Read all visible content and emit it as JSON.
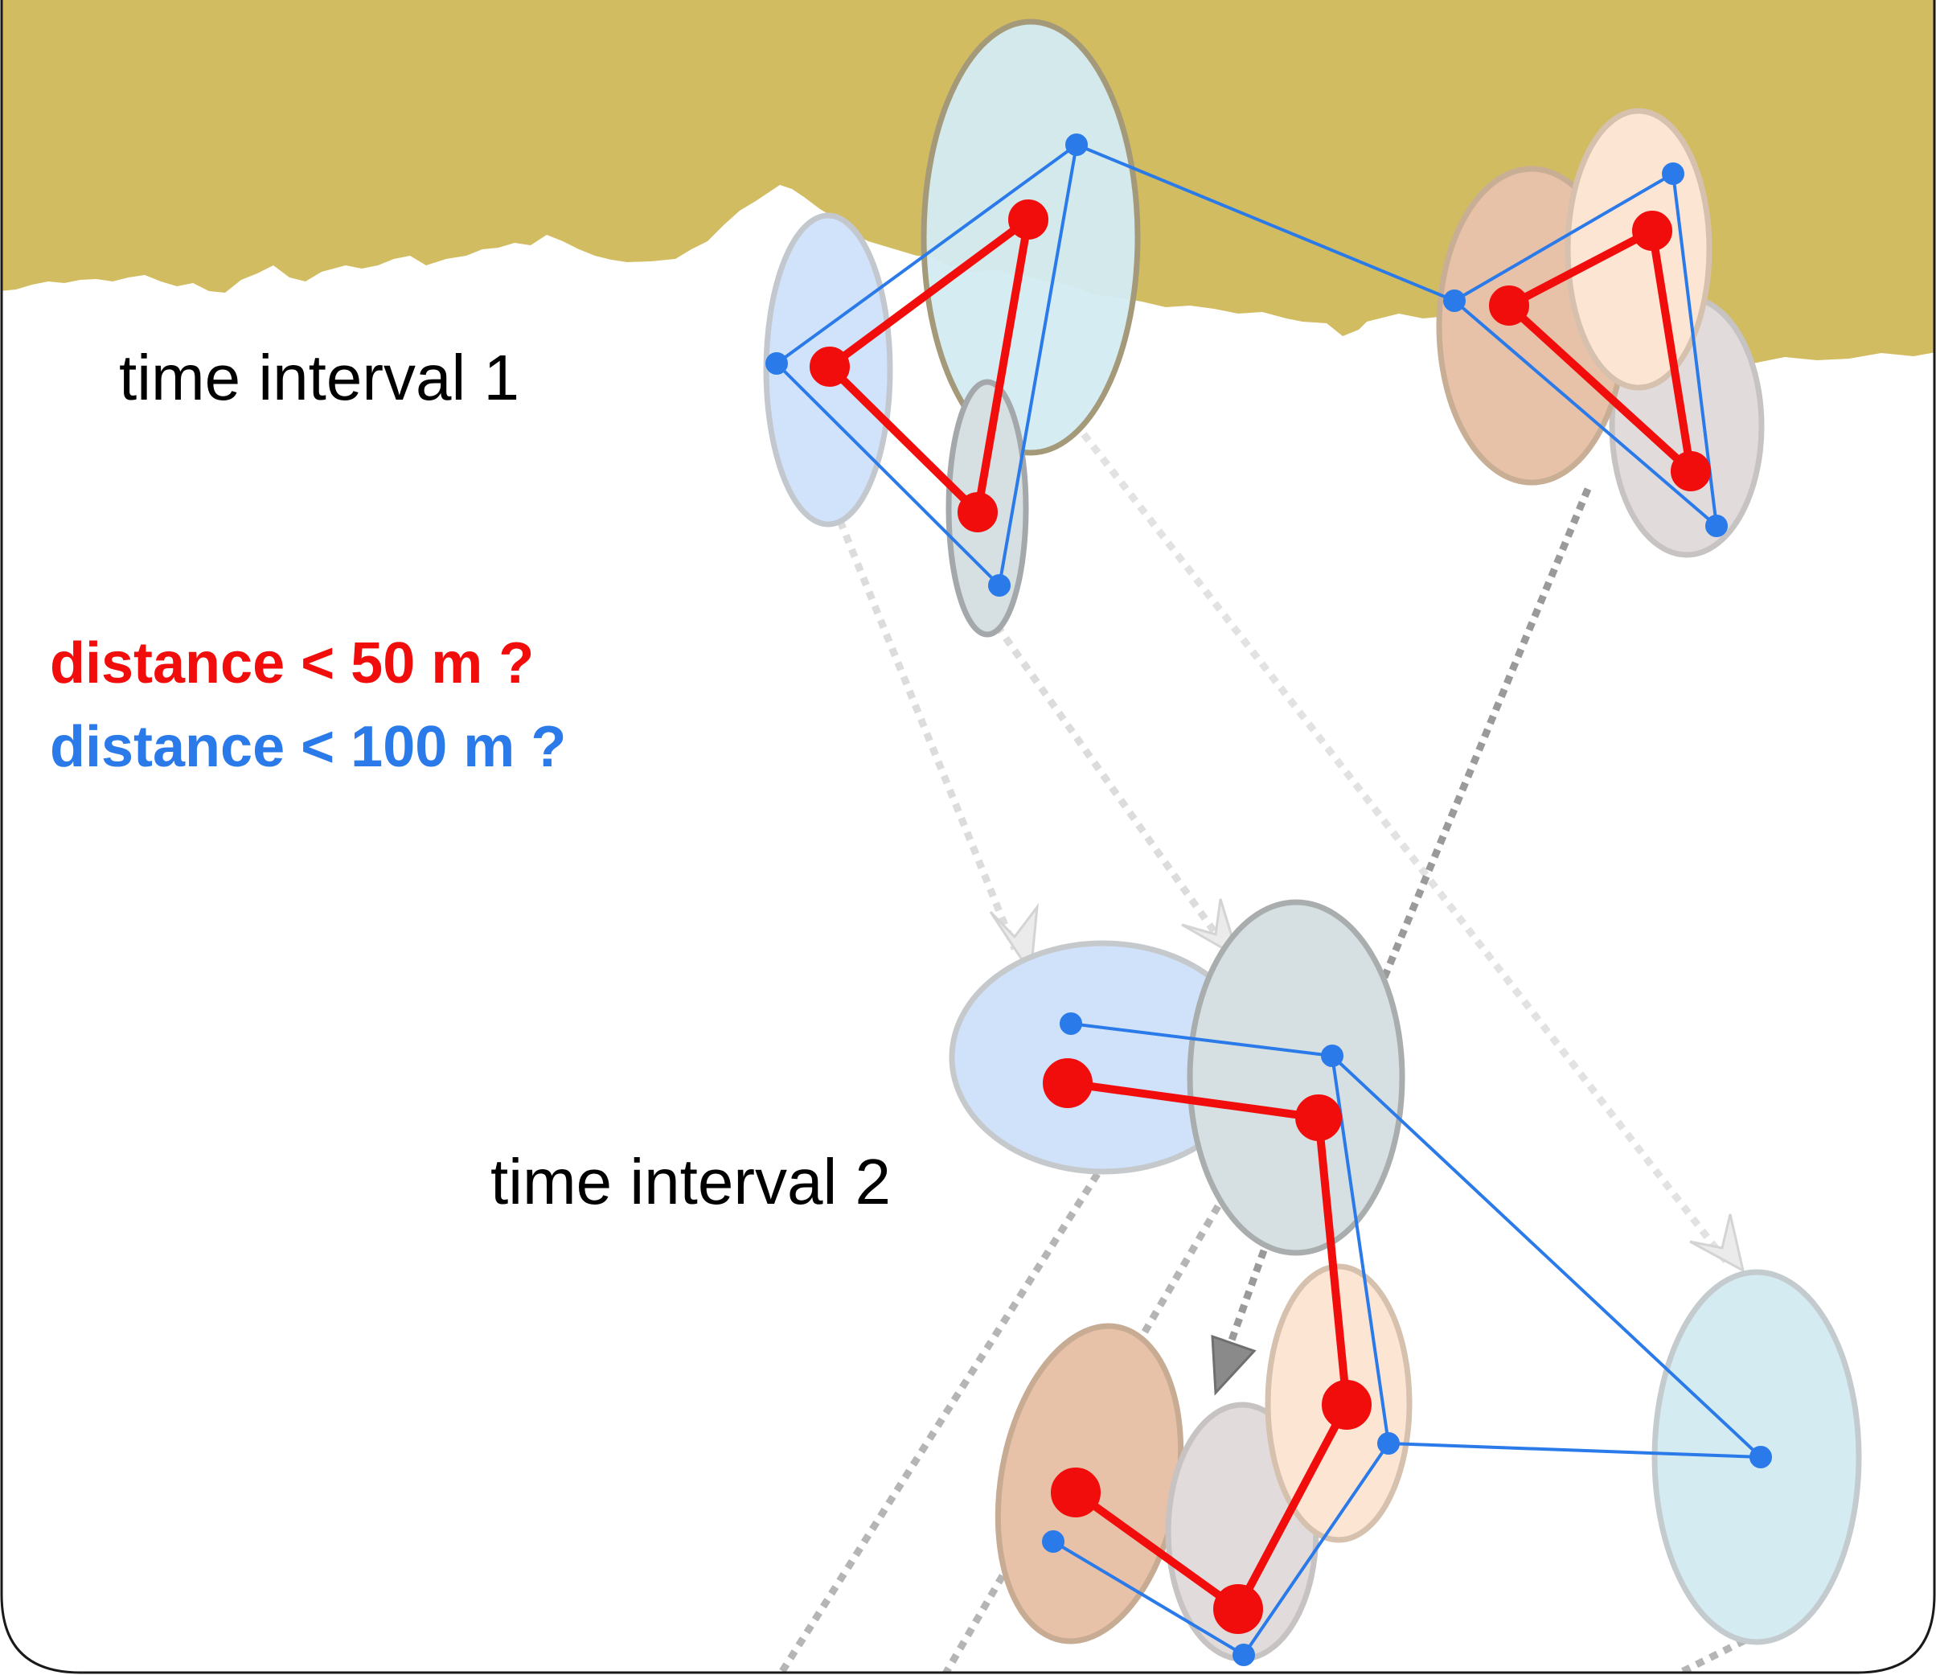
{
  "labels": {
    "interval_1": "time interval 1",
    "interval_2": "time interval 2",
    "question_red": "distance < 50 m ?",
    "question_blue": "distance < 100 m ?"
  },
  "colors": {
    "terrain": "#d2bc62",
    "red_network": "#f20d0d",
    "blue_network": "#2a7ae9",
    "interval_text": "#000000",
    "arrow_light": "#d9d9d9",
    "arrow_dark": "#9a9a9a",
    "frame": "#1a1a1a"
  },
  "individuals": [
    {
      "id": "light-blue",
      "fill": "#cfe2fa"
    },
    {
      "id": "cyan",
      "fill": "#d4ebf2"
    },
    {
      "id": "gray-blue",
      "fill": "#d6dfe2"
    },
    {
      "id": "brown",
      "fill": "#e7c1a8"
    },
    {
      "id": "peach",
      "fill": "#fde5d4"
    },
    {
      "id": "gray",
      "fill": "#e1dcdb"
    }
  ]
}
